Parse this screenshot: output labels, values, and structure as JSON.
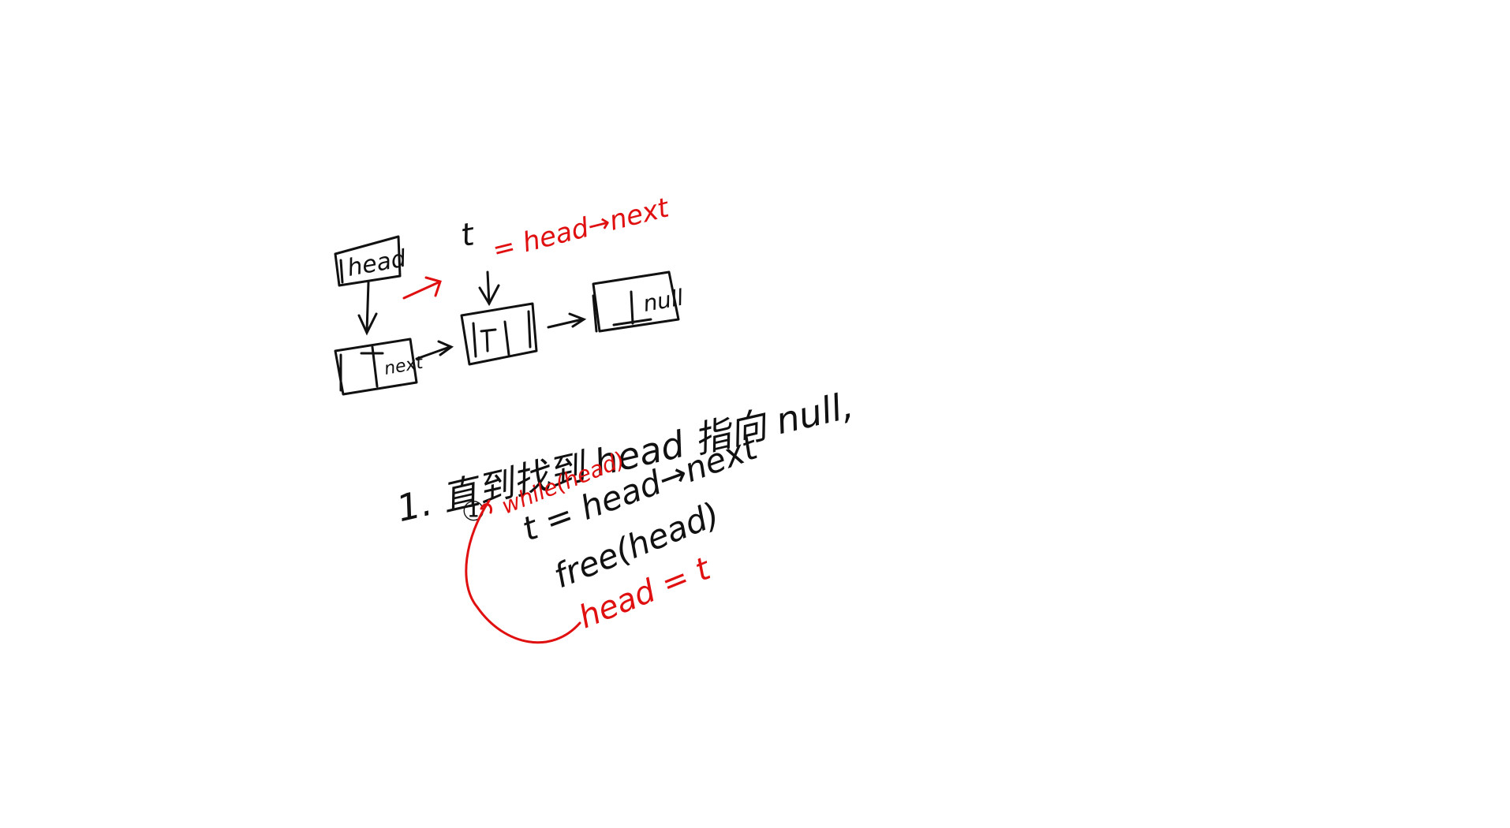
{
  "colors": {
    "background": "#ffffff",
    "ink_black": "#111111",
    "ink_red": "#e01010"
  },
  "diagram": {
    "head_box_label": "head",
    "t_label": "t",
    "t_assignment_red": "= head→next",
    "node1_next_label": "next",
    "node3_null_label": "null"
  },
  "steps": {
    "step1_text": "1. 直到找到 head 指向 null,",
    "while_red": "while(head)",
    "circle_marker": "①",
    "line_t_assign": "t = head→next",
    "line_free": "free(head)",
    "line_head_assign_red": "head = t"
  }
}
